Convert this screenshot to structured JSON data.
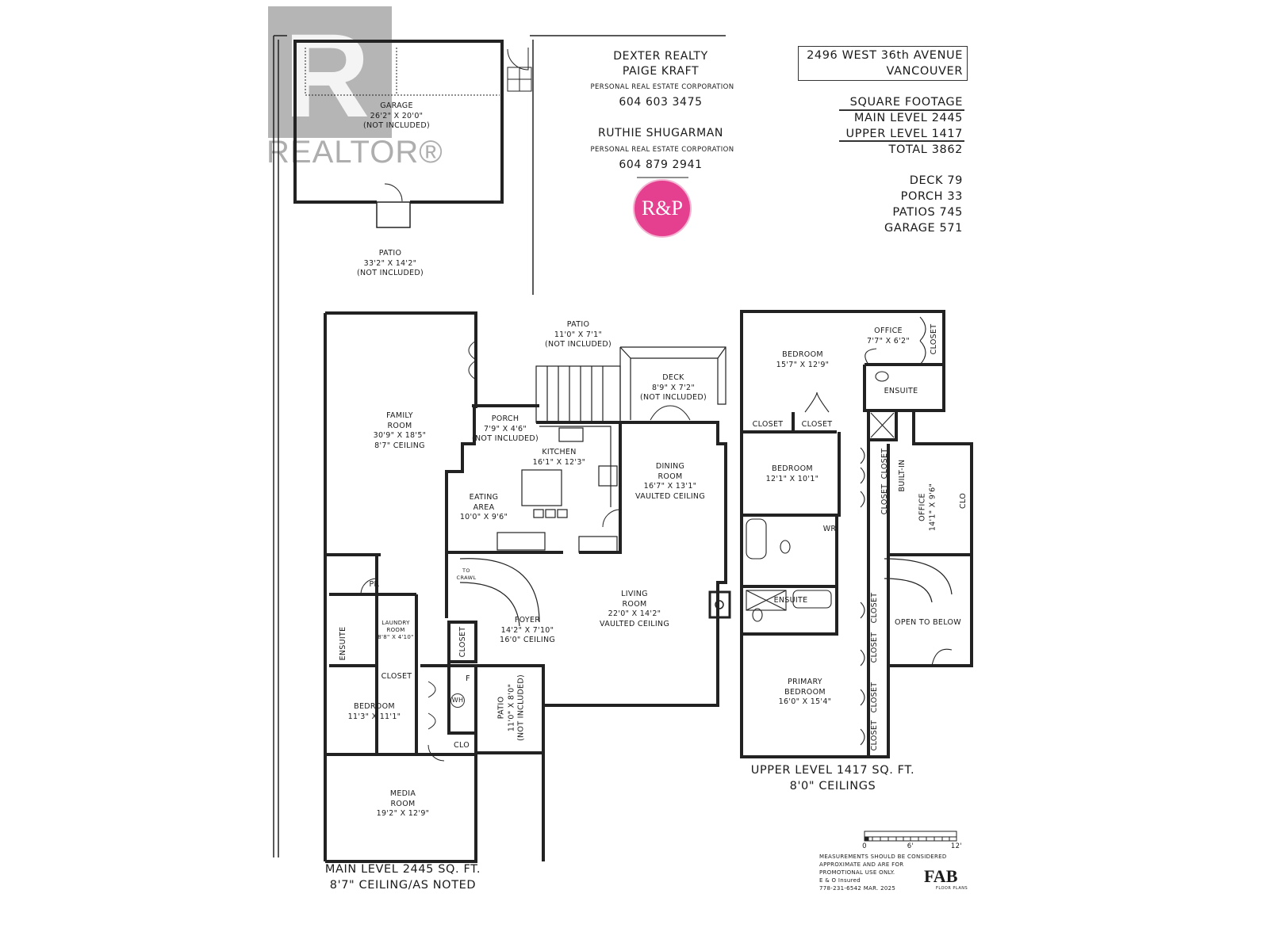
{
  "watermark": {
    "text": "REALTOR®",
    "letter": "R"
  },
  "agency": {
    "name": "DEXTER REALTY",
    "agent1": "PAIGE KRAFT",
    "corp1": "PERSONAL REAL ESTATE CORPORATION",
    "phone1": "604 603 3475",
    "agent2": "RUTHIE SHUGARMAN",
    "corp2": "PERSONAL REAL ESTATE CORPORATION",
    "phone2": "604 879 2941",
    "logo": "R&P",
    "logo_color": "#e5408f"
  },
  "address": {
    "line1": "2496 WEST 36th AVENUE",
    "line2": "VANCOUVER"
  },
  "square_footage": {
    "heading": "SQUARE FOOTAGE",
    "main": "MAIN LEVEL 2445",
    "upper": "UPPER LEVEL 1417",
    "total": "TOTAL 3862",
    "deck": "DECK 79",
    "porch": "PORCH 33",
    "patios": "PATIOS 745",
    "garage": "GARAGE 571"
  },
  "main": {
    "garage": [
      "GARAGE",
      "26'2\" X 20'0\"",
      "(NOT INCLUDED)"
    ],
    "patio_rear": [
      "PATIO",
      "33'2\" X 14'2\"",
      "(NOT INCLUDED)"
    ],
    "patio_top": [
      "PATIO",
      "11'0\" X 7'1\"",
      "(NOT INCLUDED)"
    ],
    "deck": [
      "DECK",
      "8'9\" X 7'2\"",
      "(NOT INCLUDED)"
    ],
    "porch": [
      "PORCH",
      "7'9\" X 4'6\"",
      "(NOT INCLUDED)"
    ],
    "family_room": [
      "FAMILY",
      "ROOM",
      "30'9\" X 18'5\"",
      "8'7\" CEILING"
    ],
    "kitchen": [
      "KITCHEN",
      "16'1\" X 12'3\""
    ],
    "dining_room": [
      "DINING",
      "ROOM",
      "16'7\" X 13'1\"",
      "VAULTED CEILING"
    ],
    "eating_area": [
      "EATING",
      "AREA",
      "10'0\" X 9'6\""
    ],
    "living_room": [
      "LIVING",
      "ROOM",
      "22'0\" X 14'2\"",
      "VAULTED CEILING"
    ],
    "foyer": [
      "FOYER",
      "14'2\" X 7'10\"",
      "16'0\" CEILING"
    ],
    "to_crawl": [
      "TO",
      "CRAWL"
    ],
    "powder": "PR",
    "laundry": [
      "LAUNDRY",
      "ROOM",
      "8'8\" X 4'10\""
    ],
    "ensuite": "ENSUITE",
    "closet_bed": "CLOSET",
    "closet_foyer": "CLOSET",
    "bedroom": [
      "BEDROOM",
      "11'3\" X 11'1\""
    ],
    "furnace": "F",
    "water_heater": "WH",
    "clo": "CLO",
    "patio_side": [
      "PATIO",
      "11'0\" X 8'0\"",
      "(NOT INCLUDED)"
    ],
    "media_room": [
      "MEDIA",
      "ROOM",
      "19'2\" X 12'9\""
    ],
    "footer": [
      "MAIN LEVEL 2445 SQ. FT.",
      "8'7\" CEILING/AS NOTED"
    ]
  },
  "upper": {
    "bedroom1": [
      "BEDROOM",
      "15'7\" X 12'9\""
    ],
    "office_small": [
      "OFFICE",
      "7'7\" X 6'2\""
    ],
    "closet_office": "CLOSET",
    "ensuite1": "ENSUITE",
    "closet_a": "CLOSET",
    "closet_b": "CLOSET",
    "bedroom2": [
      "BEDROOM",
      "12'1\" X 10'1\""
    ],
    "closet_c": "CLOSET",
    "closet_d": "CLOSET",
    "built_in": "BUILT-IN",
    "office": [
      "OFFICE",
      "14'1\" X 9'6\""
    ],
    "clo": "CLO",
    "wr": "WR",
    "ensuite2": "ENSUITE",
    "open_to_below": "OPEN TO BELOW",
    "closet_e": "CLOSET",
    "closet_f": "CLOSET",
    "closet_g": "CLOSET",
    "closet_h": "CLOSET",
    "primary_bedroom": [
      "PRIMARY",
      "BEDROOM",
      "16'0\" X 15'4\""
    ],
    "footer": [
      "UPPER LEVEL 1417 SQ. FT.",
      "8'0\" CEILINGS"
    ]
  },
  "scale": {
    "ticks": [
      "0",
      "6'",
      "12'"
    ]
  },
  "disclaimer": [
    "MEASUREMENTS SHOULD BE CONSIDERED",
    "APPROXIMATE AND ARE FOR",
    "PROMOTIONAL USE ONLY.",
    "E & O Insured",
    "778-231-6542  MAR. 2025"
  ],
  "brand": {
    "name": "FAB",
    "sub": "FLOOR PLANS"
  }
}
